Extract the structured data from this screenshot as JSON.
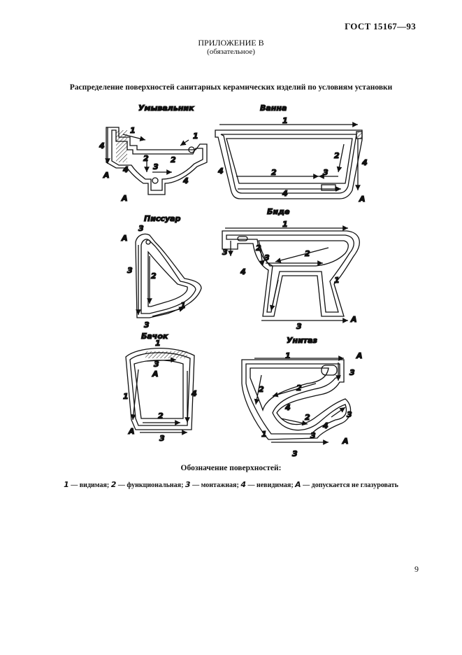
{
  "header": {
    "standard": "ГОСТ 15167—93"
  },
  "appendix": {
    "title": "ПРИЛОЖЕНИЕ В",
    "subtitle": "(обязательное)"
  },
  "figure_title": "Распределение поверхностей санитарных керамических изделий по условиям установки",
  "figures": [
    {
      "id": "washbasin",
      "caption": "Умывальник"
    },
    {
      "id": "bath",
      "caption": "Ванна"
    },
    {
      "id": "urinal",
      "caption": "Писсуар"
    },
    {
      "id": "bidet",
      "caption": "Биде"
    },
    {
      "id": "cistern",
      "caption": "Бачок"
    },
    {
      "id": "toilet",
      "caption": "Унитаз"
    }
  ],
  "labels": {
    "one": "1",
    "two": "2",
    "three": "3",
    "four": "4",
    "a": "А"
  },
  "legend": {
    "heading": "Обозначение поверхностей:",
    "items": [
      {
        "num": "1",
        "text": "видимая"
      },
      {
        "num": "2",
        "text": "функциональная"
      },
      {
        "num": "3",
        "text": "монтажная"
      },
      {
        "num": "4",
        "text": "невидимая"
      },
      {
        "num": "А",
        "text": "допускается не глазуровать"
      }
    ]
  },
  "page_number": "9"
}
